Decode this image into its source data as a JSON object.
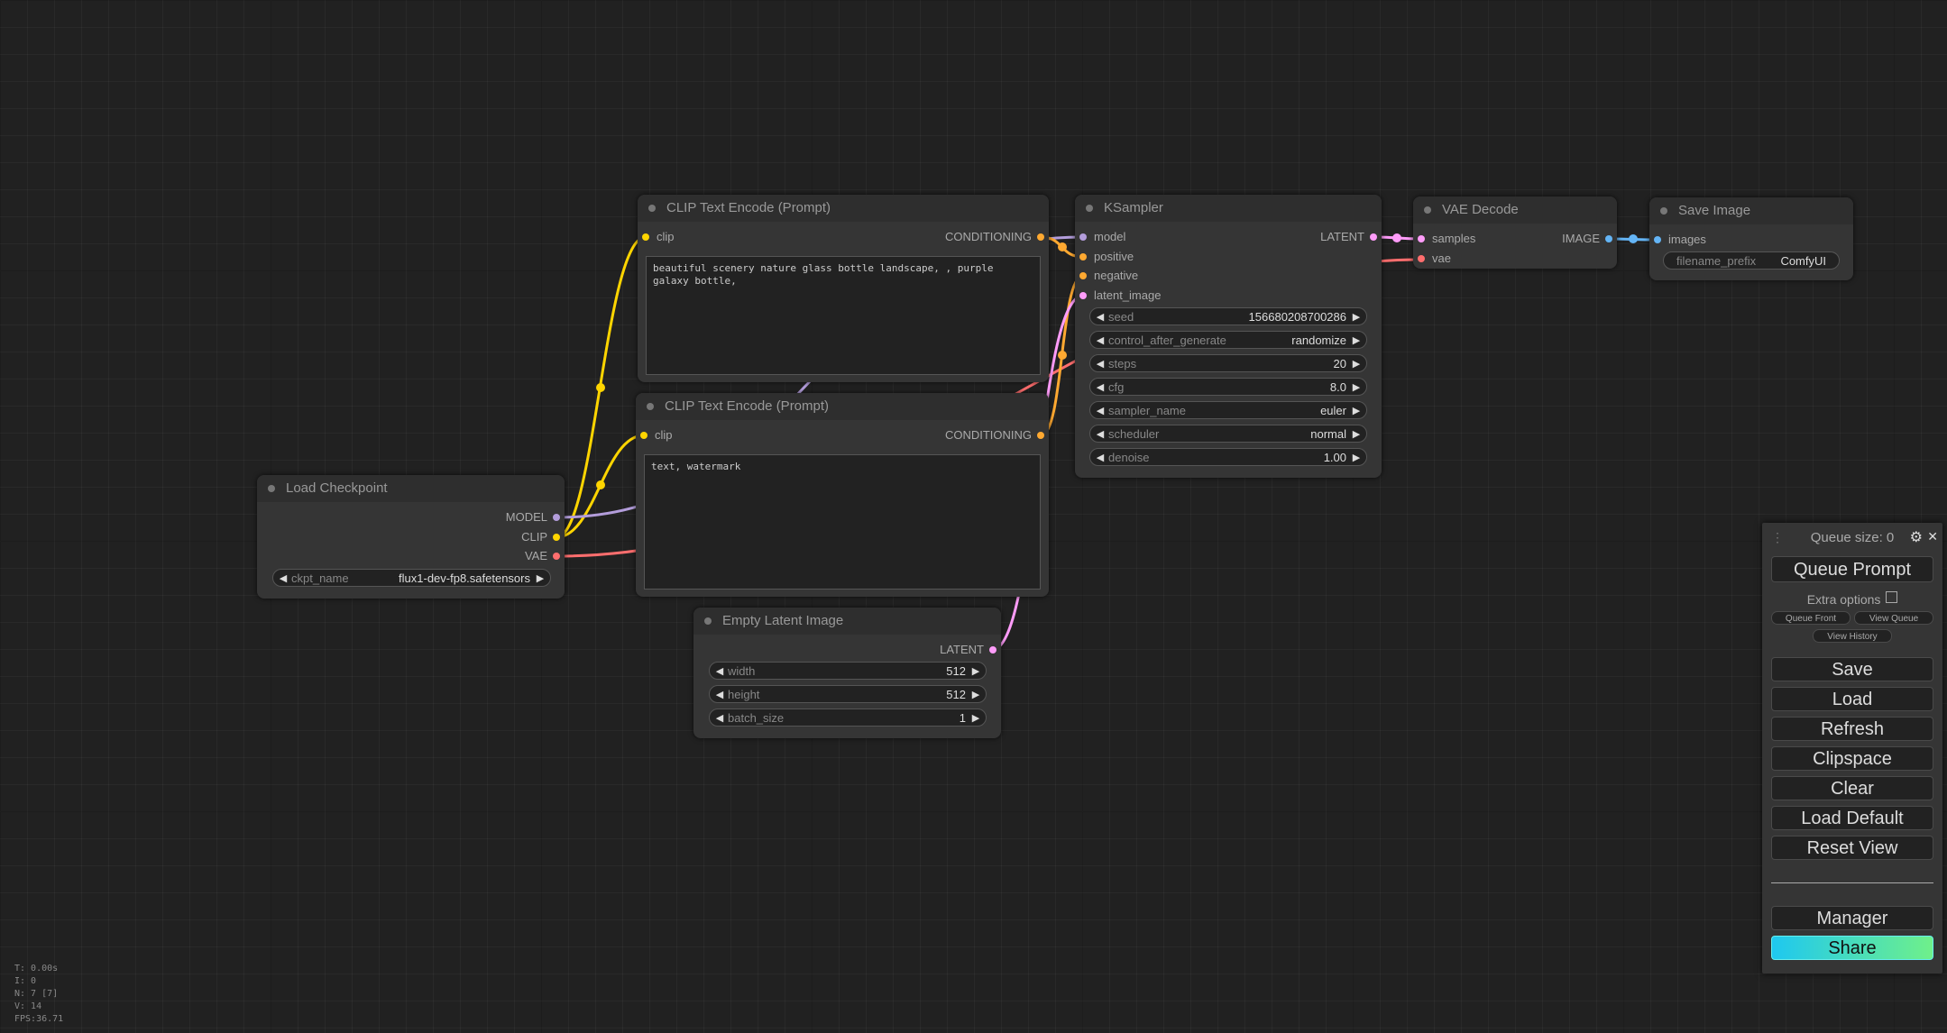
{
  "nodes": {
    "clip_pos": {
      "title": "CLIP Text Encode (Prompt)",
      "input_clip": "clip",
      "output": "CONDITIONING",
      "text": "beautiful scenery nature glass bottle landscape, , purple galaxy bottle,"
    },
    "clip_neg": {
      "title": "CLIP Text Encode (Prompt)",
      "input_clip": "clip",
      "output": "CONDITIONING",
      "text": "text, watermark"
    },
    "ksampler": {
      "title": "KSampler",
      "inputs": [
        "model",
        "positive",
        "negative",
        "latent_image"
      ],
      "output": "LATENT",
      "widgets": [
        {
          "name": "seed",
          "value": "156680208700286"
        },
        {
          "name": "control_after_generate",
          "value": "randomize"
        },
        {
          "name": "steps",
          "value": "20"
        },
        {
          "name": "cfg",
          "value": "8.0"
        },
        {
          "name": "sampler_name",
          "value": "euler"
        },
        {
          "name": "scheduler",
          "value": "normal"
        },
        {
          "name": "denoise",
          "value": "1.00"
        }
      ]
    },
    "vae_decode": {
      "title": "VAE Decode",
      "inputs": [
        "samples",
        "vae"
      ],
      "output": "IMAGE"
    },
    "save_image": {
      "title": "Save Image",
      "input": "images",
      "widget": {
        "name": "filename_prefix",
        "value": "ComfyUI"
      }
    },
    "load_checkpoint": {
      "title": "Load Checkpoint",
      "outputs": [
        "MODEL",
        "CLIP",
        "VAE"
      ],
      "widget": {
        "name": "ckpt_name",
        "value": "flux1-dev-fp8.safetensors"
      }
    },
    "empty_latent": {
      "title": "Empty Latent Image",
      "output": "LATENT",
      "widgets": [
        {
          "name": "width",
          "value": "512"
        },
        {
          "name": "height",
          "value": "512"
        },
        {
          "name": "batch_size",
          "value": "1"
        }
      ]
    }
  },
  "menu": {
    "queue_size": "Queue size: 0",
    "queue_prompt": "Queue Prompt",
    "extra_options": "Extra options",
    "queue_front": "Queue Front",
    "view_queue": "View Queue",
    "view_history": "View History",
    "save": "Save",
    "load": "Load",
    "refresh": "Refresh",
    "clipspace": "Clipspace",
    "clear": "Clear",
    "load_default": "Load Default",
    "reset_view": "Reset View",
    "manager": "Manager",
    "share": "Share",
    "gear_glyph": "⚙",
    "close_glyph": "✕"
  },
  "stats": [
    "T: 0.00s",
    "I: 0",
    "N: 7 [7]",
    "V: 14",
    "FPS:36.71"
  ],
  "colors": {
    "clip": "#FFD500",
    "conditioning": "#FFA931",
    "model": "#B39DDB",
    "vae": "#FF6E6E",
    "latent": "#FF9CF9",
    "image": "#64B5F6",
    "share_start": "#1ec8f0",
    "share_end": "#6ff08a"
  }
}
